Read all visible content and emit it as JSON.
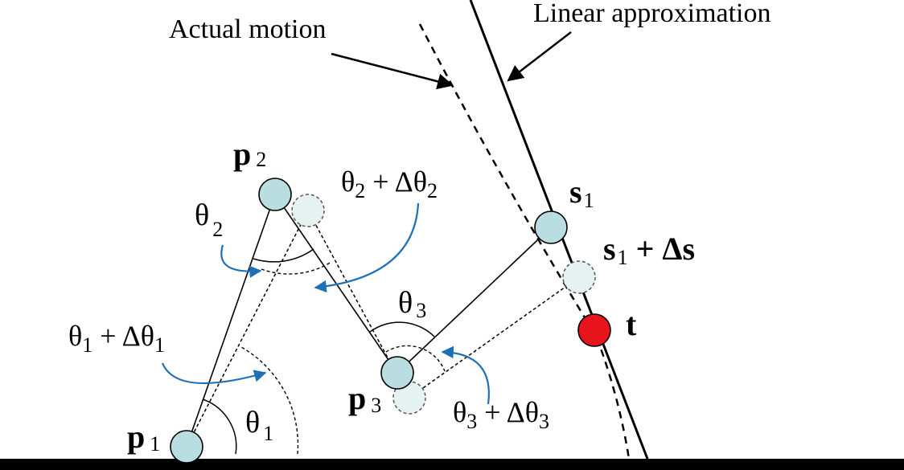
{
  "labels": {
    "actual_motion": "Actual motion",
    "linear_approximation": "Linear approximation",
    "p1": "p",
    "p1_sub": "1",
    "p2": "p",
    "p2_sub": "2",
    "p3": "p",
    "p3_sub": "3",
    "s1": "s",
    "s1_sub": "1",
    "s1_delta": "s",
    "s1_delta_sub": "1",
    "s1_delta_rest": " + Δs",
    "t": "t",
    "theta1": "θ",
    "theta1_sub": "1",
    "theta2": "θ",
    "theta2_sub": "2",
    "theta3": "θ",
    "theta3_sub": "3",
    "theta1_delta": "θ",
    "theta1_delta_sub": "1",
    "theta1_delta_mid": " + Δθ",
    "theta1_delta_sub2": "1",
    "theta2_delta": "θ",
    "theta2_delta_sub": "2",
    "theta2_delta_mid": " + Δθ",
    "theta2_delta_sub2": "2",
    "theta3_delta": "θ",
    "theta3_delta_sub": "3",
    "theta3_delta_mid": " + Δθ",
    "theta3_delta_sub2": "3"
  },
  "colors": {
    "joint_fill": "#b9dde0",
    "ghost_fill": "#e6f1f1",
    "target_fill": "#e8141c",
    "arrow_blue": "#1f6fb5",
    "ground": "#000000"
  }
}
